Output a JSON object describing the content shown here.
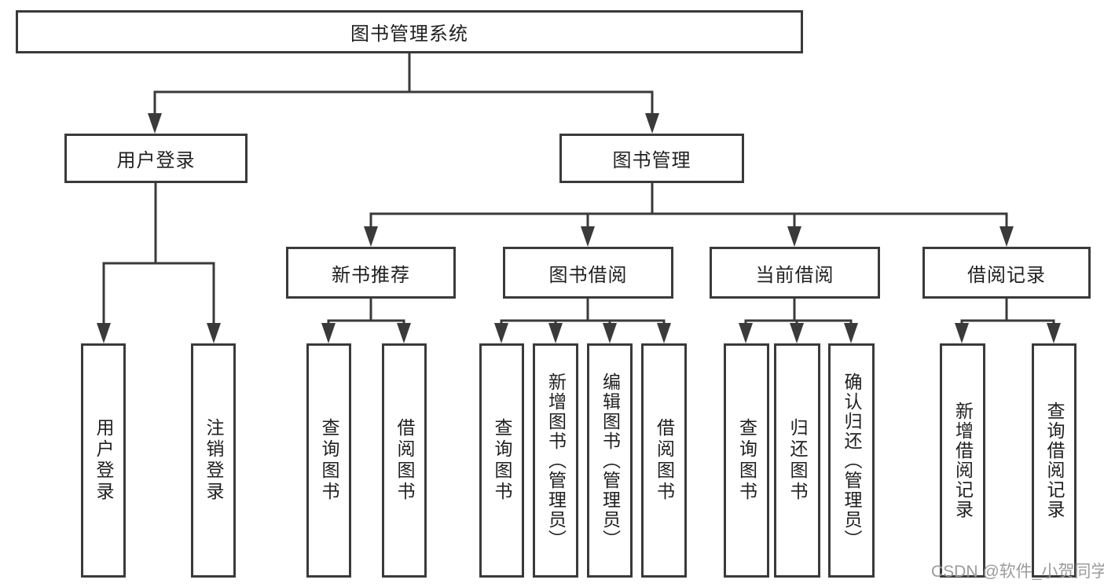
{
  "tree": {
    "label": "图书管理系统",
    "children": [
      {
        "label": "用户登录",
        "children": [
          {
            "label": "用户登录"
          },
          {
            "label": "注销登录"
          }
        ]
      },
      {
        "label": "图书管理",
        "children": [
          {
            "label": "新书推荐",
            "children": [
              {
                "label": "查询图书"
              },
              {
                "label": "借阅图书"
              }
            ]
          },
          {
            "label": "图书借阅",
            "children": [
              {
                "label": "查询图书"
              },
              {
                "label": "新增图书（管理员）"
              },
              {
                "label": "编辑图书（管理员）"
              },
              {
                "label": "借阅图书"
              }
            ]
          },
          {
            "label": "当前借阅",
            "children": [
              {
                "label": "查询图书"
              },
              {
                "label": "归还图书"
              },
              {
                "label": "确认归还（管理员）"
              }
            ]
          },
          {
            "label": "借阅记录",
            "children": [
              {
                "label": "新增借阅记录"
              },
              {
                "label": "查询借阅记录"
              }
            ]
          }
        ]
      }
    ]
  },
  "watermark": {
    "text": "CSDN @软件_小贺同学"
  },
  "colors": {
    "line": "#3a3a3a",
    "text": "#1f1f1f",
    "watermark": "#9b9b9b",
    "background": "#ffffff"
  }
}
